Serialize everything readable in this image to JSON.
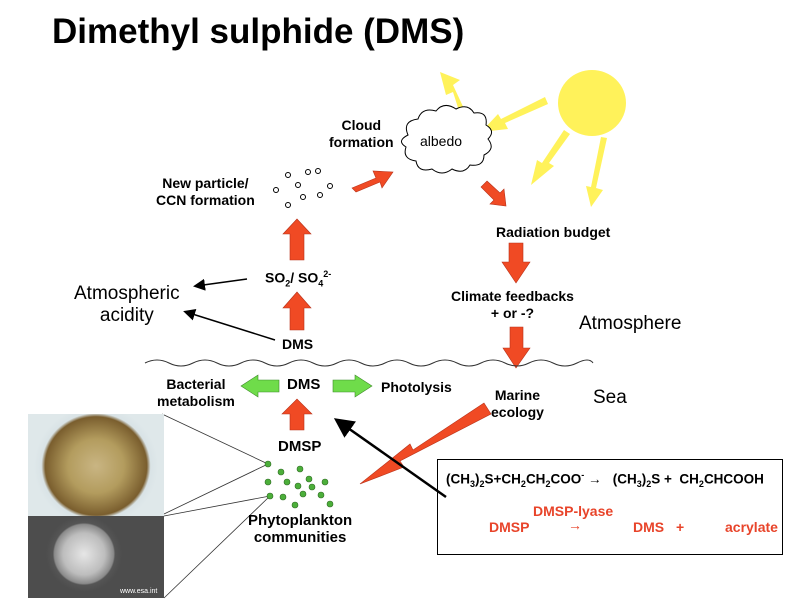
{
  "title": "Dimethyl sulphide (DMS)",
  "labels": {
    "cloud_formation": [
      "Cloud",
      "formation"
    ],
    "albedo": "albedo",
    "new_particle": [
      "New particle/",
      "CCN formation"
    ],
    "radiation_budget": "Radiation budget",
    "so2_so4": {
      "so": "SO",
      "sub1": "2",
      "slash": "/ SO",
      "sub2": "4",
      "sup": "2-"
    },
    "atmospheric_acidity": [
      "Atmospheric",
      "acidity"
    ],
    "climate_feedbacks": [
      "Climate feedbacks",
      "+ or -?"
    ],
    "atmosphere": "Atmosphere",
    "dms_air": "DMS",
    "sea": "Sea",
    "bacterial_metabolism": [
      "Bacterial",
      "metabolism"
    ],
    "dms_sea": "DMS",
    "photolysis": "Photolysis",
    "marine_ecology": [
      "Marine",
      "ecology"
    ],
    "dmsp": "DMSP",
    "phytoplankton": [
      "Phytoplankton",
      "communities"
    ]
  },
  "reaction_box": {
    "equation": {
      "p1": "(CH",
      "s1": "3",
      "p2": ")",
      "s2": "2",
      "p3": "S+CH",
      "s3": "2",
      "p4": "CH",
      "s4": "2",
      "p5": "COO",
      "sup1": "-",
      "arrow": " → ",
      "p6": "(CH",
      "s5": "3",
      "p7": ")",
      "s6": "2",
      "p8": "S +  CH",
      "s7": "2",
      "p9": "CHCOOH"
    },
    "enzyme": "DMSP-lyase",
    "reactant": "DMSP",
    "arrow": "→",
    "product1": "DMS",
    "plus": "+",
    "product2": "acrylate"
  },
  "photo_caption": "www.esa.int",
  "colors": {
    "red_arrow": "#f04a24",
    "green_arrow": "#6fdc4a",
    "sun": "#fff25a",
    "phytoplankton_dot": "#4caf3a",
    "reaction_red": "#e8442a"
  }
}
